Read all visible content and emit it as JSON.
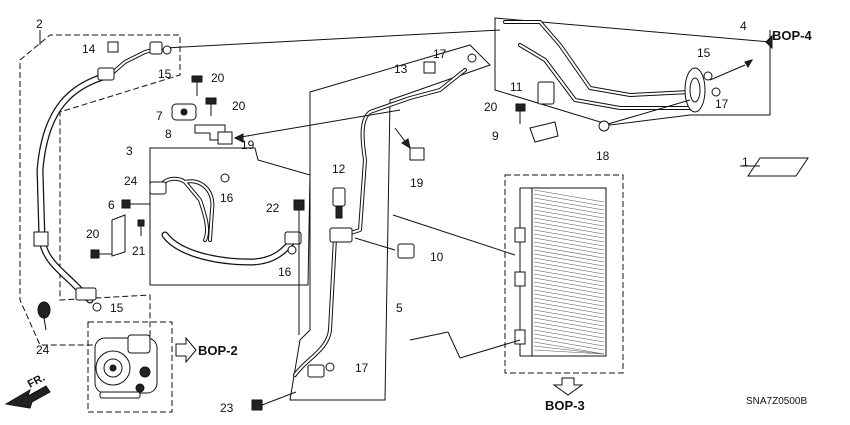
{
  "callouts": {
    "c1": "1",
    "c2": "2",
    "c3": "3",
    "c4": "4",
    "c5": "5",
    "c6": "6",
    "c7": "7",
    "c8": "8",
    "c9": "9",
    "c10": "10",
    "c11": "11",
    "c12": "12",
    "c13": "13",
    "c14": "14",
    "c15a": "15",
    "c15b": "15",
    "c15c": "15",
    "c16a": "16",
    "c16b": "16",
    "c17a": "17",
    "c17b": "17",
    "c17c": "17",
    "c18": "18",
    "c19a": "19",
    "c19b": "19",
    "c20a": "20",
    "c20b": "20",
    "c20c": "20",
    "c20d": "20",
    "c21": "21",
    "c22": "22",
    "c23": "23",
    "c24a": "24",
    "c24b": "24"
  },
  "references": {
    "bop2": "BOP-2",
    "bop3": "BOP-3",
    "bop4": "BOP-4"
  },
  "direction_label": "FR.",
  "diagram_code": "SNA7Z0500B",
  "icons": {
    "compressor": "ac-compressor-icon",
    "condenser": "condenser-icon",
    "label_sheet": "label-sheet-icon",
    "front_arrow": "front-arrow-icon"
  }
}
